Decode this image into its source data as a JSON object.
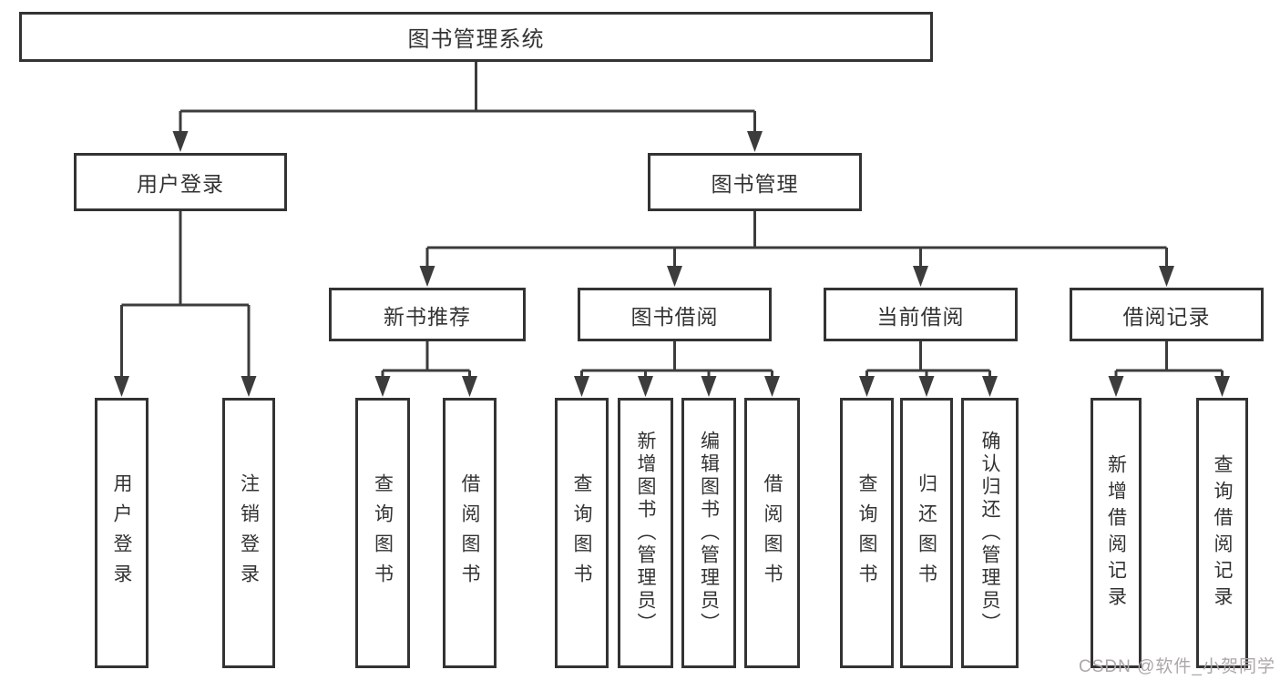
{
  "tree": {
    "label": "图书管理系统",
    "children": [
      {
        "label": "用户登录",
        "children": [
          {
            "label": "用户登录"
          },
          {
            "label": "注销登录"
          }
        ]
      },
      {
        "label": "图书管理",
        "children": [
          {
            "label": "新书推荐",
            "children": [
              {
                "label": "查询图书"
              },
              {
                "label": "借阅图书"
              }
            ]
          },
          {
            "label": "图书借阅",
            "children": [
              {
                "label": "查询图书"
              },
              {
                "label": "新增图书（管理员）"
              },
              {
                "label": "编辑图书（管理员）"
              },
              {
                "label": "借阅图书"
              }
            ]
          },
          {
            "label": "当前借阅",
            "children": [
              {
                "label": "查询图书"
              },
              {
                "label": "归还图书"
              },
              {
                "label": "确认归还（管理员）"
              }
            ]
          },
          {
            "label": "借阅记录",
            "children": [
              {
                "label": "新增借阅记录"
              },
              {
                "label": "查询借阅记录"
              }
            ]
          }
        ]
      }
    ]
  },
  "watermark": "CSDN @软件_小贺同学",
  "colors": {
    "line": "#3c3c3c",
    "box_border": "#333333",
    "text": "#333333",
    "background": "#ffffff",
    "watermark": "#aca7a8"
  }
}
